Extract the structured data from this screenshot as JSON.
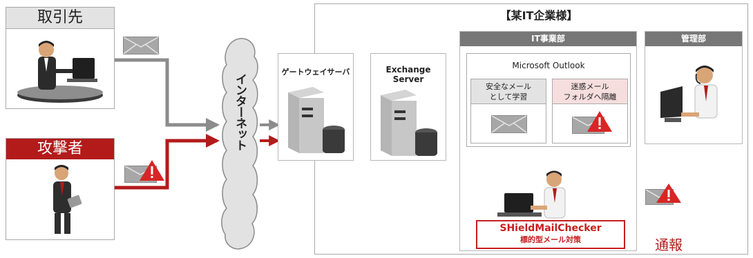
{
  "partner": {
    "label": "取引先"
  },
  "attacker": {
    "label": "攻撃者"
  },
  "internet": {
    "label": "インターネット"
  },
  "company": {
    "title": "【某IT企業様】"
  },
  "gateway": {
    "label": "ゲートウェイサーバ"
  },
  "exchange": {
    "label_line1": "Exchange",
    "label_line2": "Server"
  },
  "it_dept": {
    "title": "IT事業部",
    "outlook": {
      "title": "Microsoft Outlook",
      "safe": {
        "line1": "安全なメール",
        "line2": "として学習"
      },
      "spam": {
        "line1": "迷惑メール",
        "line2": "フォルダへ隔離"
      }
    }
  },
  "admin_dept": {
    "title": "管理部"
  },
  "product": {
    "name": "SHieldMailChecker",
    "subtitle": "標的型メール対策"
  },
  "notify": {
    "label": "通報"
  },
  "colors": {
    "accent_red": "#b31b1b",
    "flow_gray": "#8c8c8c",
    "header_gray": "#7a7a7a",
    "warning_red": "#d72626"
  }
}
